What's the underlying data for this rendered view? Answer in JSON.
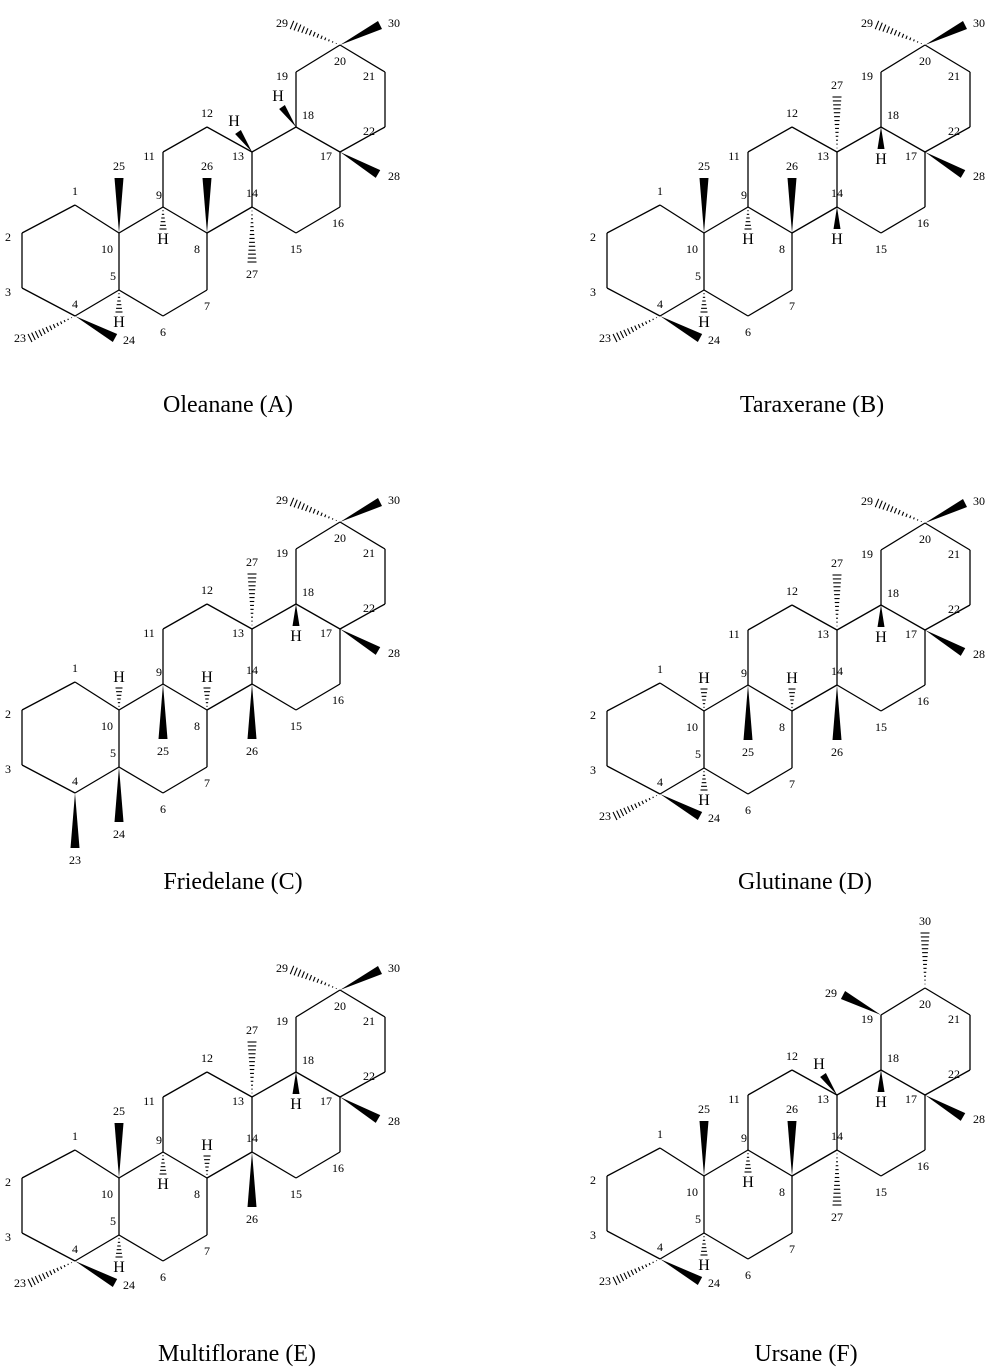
{
  "structures": [
    {
      "id": "A",
      "caption": "Oleanane (A)"
    },
    {
      "id": "B",
      "caption": "Taraxerane (B)"
    },
    {
      "id": "C",
      "caption": "Friedelane (C)"
    },
    {
      "id": "D",
      "caption": "Glutinane (D)"
    },
    {
      "id": "E",
      "caption": "Multiflorane (E)"
    },
    {
      "id": "F",
      "caption": "Ursane (F)"
    }
  ],
  "atom_labels": [
    "1",
    "2",
    "3",
    "4",
    "5",
    "6",
    "7",
    "8",
    "9",
    "10",
    "11",
    "12",
    "13",
    "14",
    "15",
    "16",
    "17",
    "18",
    "19",
    "20",
    "21",
    "22",
    "23",
    "24",
    "25",
    "26",
    "27",
    "28",
    "29",
    "30"
  ],
  "hydrogen_label": "H",
  "variants": {
    "A": {
      "m25": "b10",
      "m26": "b8",
      "m27": "a14",
      "m28": "b17",
      "m23": "a4",
      "m24": "b4",
      "h5": "a",
      "h9": "a",
      "h10": null,
      "h8": null,
      "h13": "b",
      "h14": null,
      "h18": "b-up",
      "m29": "a20",
      "m30": "b20",
      "ring_e_ursane": false,
      "m24_on5": false,
      "m23_down": false
    },
    "B": {
      "m25": "b10",
      "m26": "b8",
      "m27": "a13",
      "m28": "b17",
      "m23": "a4",
      "m24": "b4",
      "h5": "a",
      "h9": "a",
      "h10": null,
      "h8": null,
      "h13": null,
      "h14": "b",
      "h18": "b-down",
      "m29": "a20",
      "m30": "b20",
      "ring_e_ursane": false,
      "m24_on5": false,
      "m23_down": false
    },
    "C": {
      "m25": "b9",
      "m26": "b14",
      "m27": "a13",
      "m28": "b17",
      "m23": "down4",
      "m24": "b5",
      "h5": null,
      "h9": null,
      "h10": "a",
      "h8": "a",
      "h13": null,
      "h14": null,
      "h18": "b-down",
      "m29": "a20",
      "m30": "b20",
      "ring_e_ursane": false,
      "m24_on5": true,
      "m23_down": true
    },
    "D": {
      "m25": "b9",
      "m26": "b14",
      "m27": "a13",
      "m28": "b17",
      "m23": "a4",
      "m24": "b4",
      "h5": "a",
      "h9": null,
      "h10": "a",
      "h8": "a",
      "h13": null,
      "h14": null,
      "h18": "b-down",
      "m29": "a20",
      "m30": "b20",
      "ring_e_ursane": false,
      "m24_on5": false,
      "m23_down": false
    },
    "E": {
      "m25": "b10",
      "m26": "b14",
      "m27": "a13",
      "m28": "b17",
      "m23": "a4",
      "m24": "b4",
      "h5": "a",
      "h9": "a",
      "h10": null,
      "h8": "a",
      "h13": null,
      "h14": null,
      "h18": "b-down",
      "m29": "a20",
      "m30": "b20",
      "ring_e_ursane": false,
      "m24_on5": false,
      "m23_down": false
    },
    "F": {
      "m25": "b10",
      "m26": "b8",
      "m27": "a14",
      "m28": "b17",
      "m23": "a4",
      "m24": "b4",
      "h5": "a",
      "h9": "a",
      "h10": null,
      "h8": null,
      "h13": "b",
      "h14": null,
      "h18": "b-down",
      "m29": "b19",
      "m30": "a20",
      "ring_e_ursane": true,
      "m24_on5": false,
      "m23_down": false
    }
  }
}
